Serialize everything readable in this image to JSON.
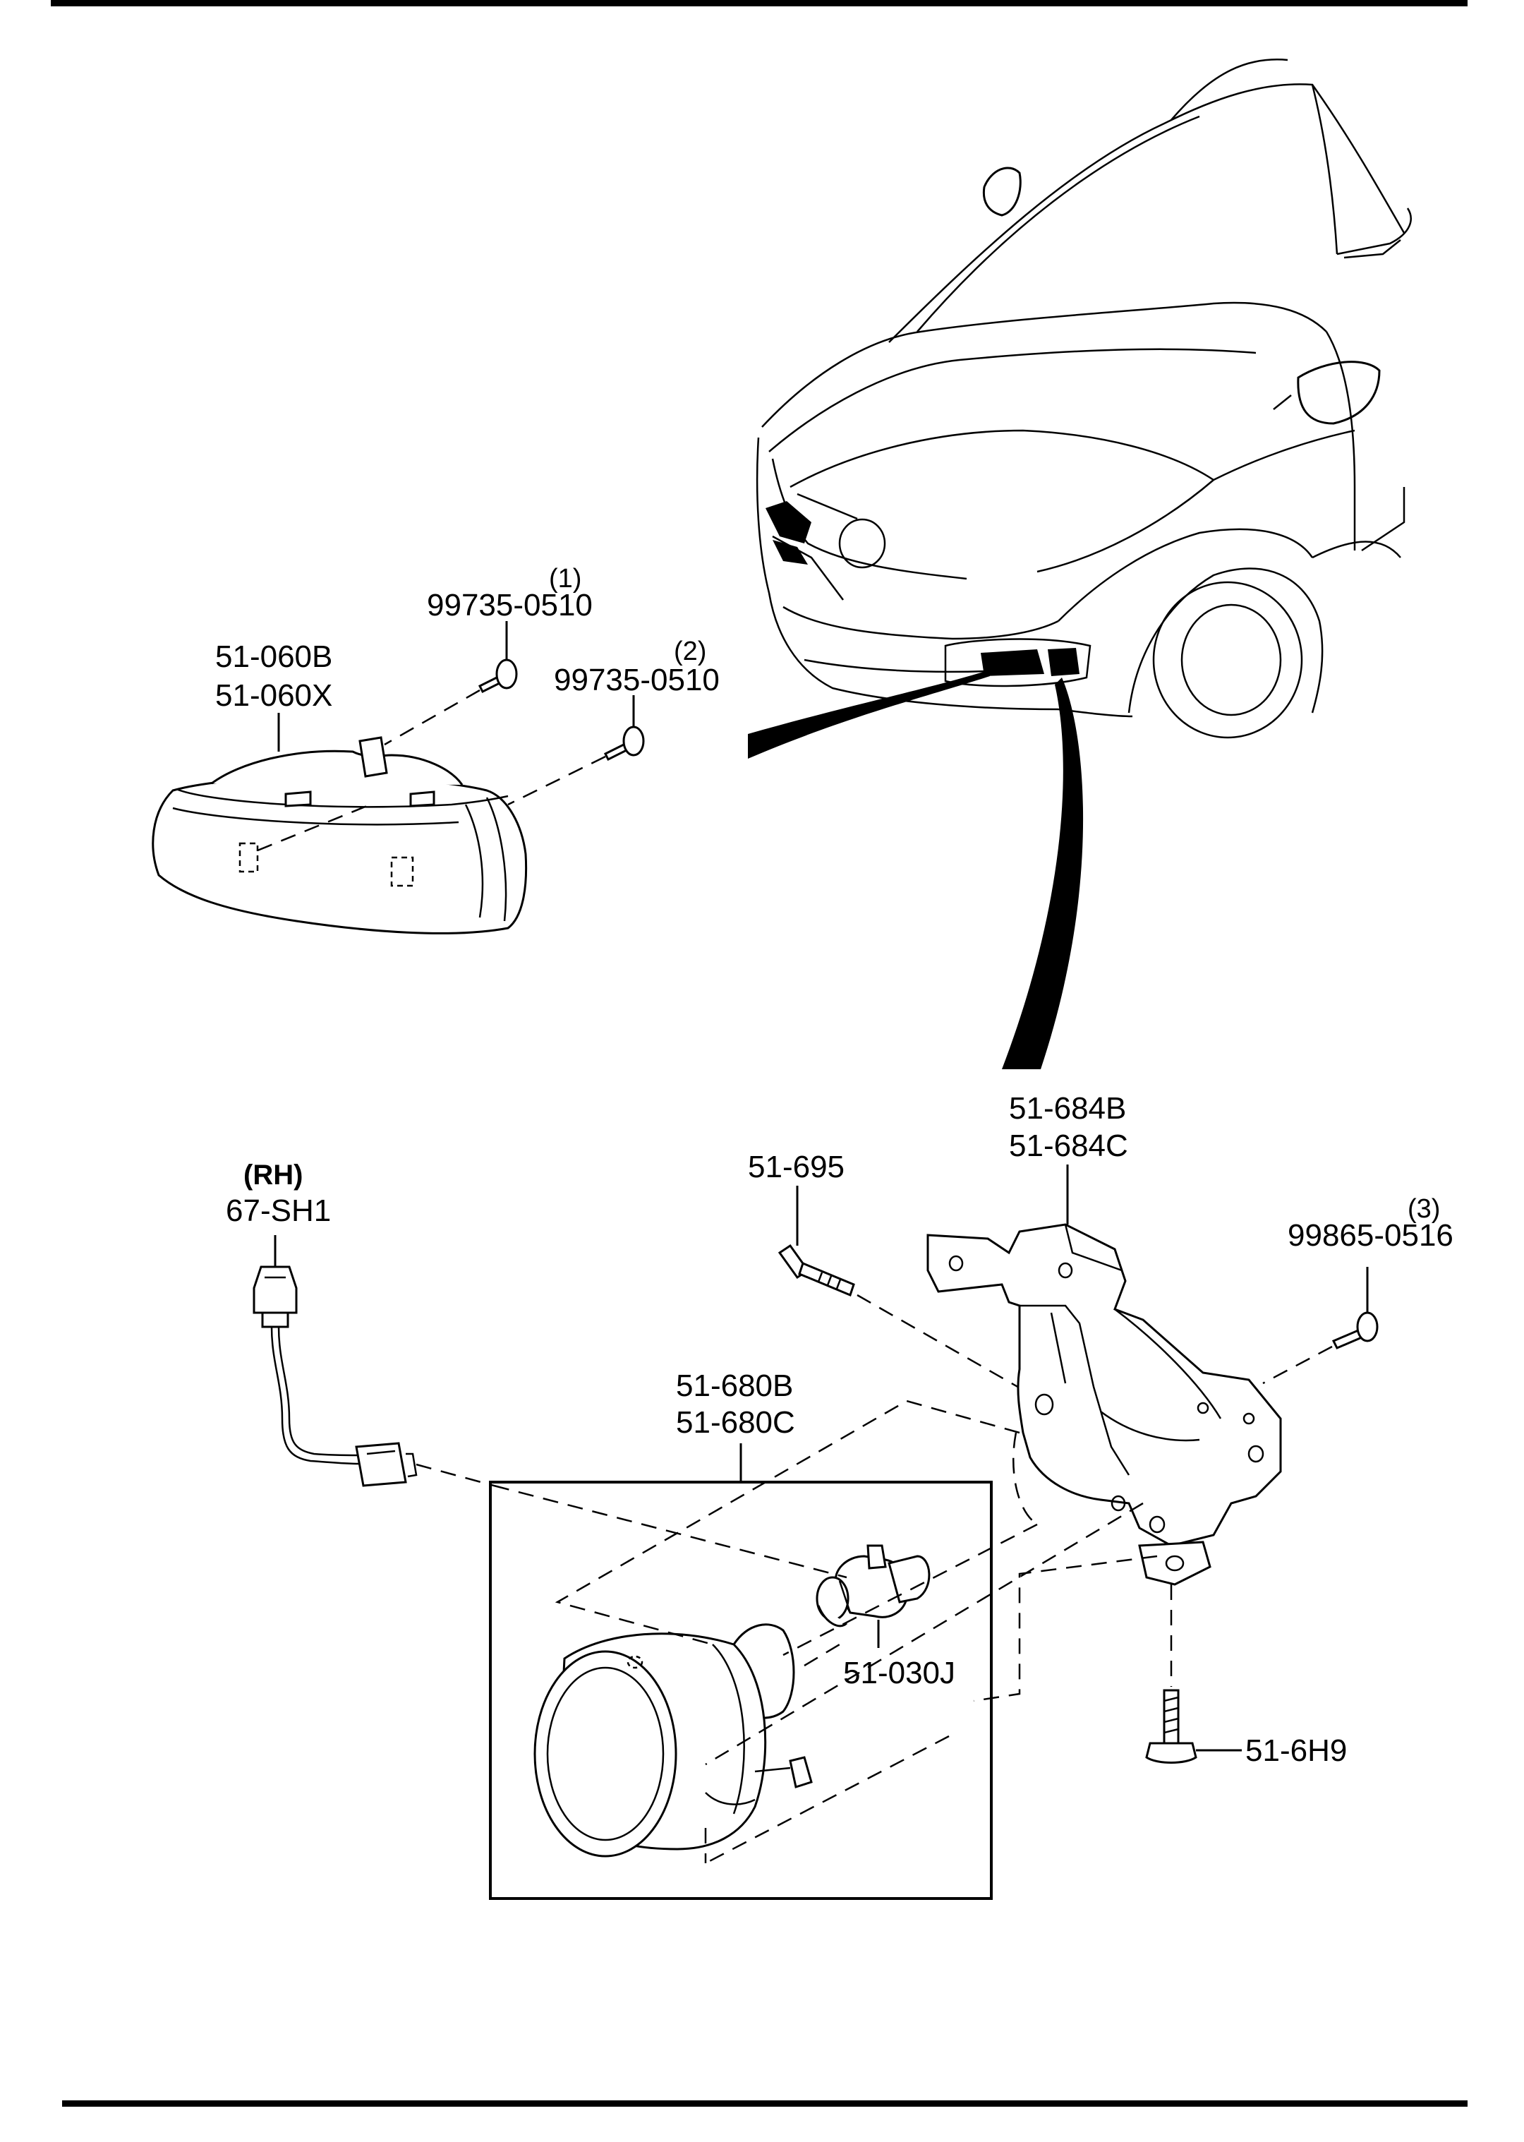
{
  "labels": {
    "fog_lamp_cover_a": "51-060B",
    "fog_lamp_cover_b": "51-060X",
    "screw_1_part": "99735-0510",
    "screw_1_index": "(1)",
    "screw_2_part": "99735-0510",
    "screw_2_index": "(2)",
    "harness_side": "(RH)",
    "harness_part": "67-SH1",
    "bolt_part": "51-695",
    "bracket_a": "51-684B",
    "bracket_b": "51-684C",
    "screw_3_part": "99865-0516",
    "screw_3_index": "(3)",
    "fog_lamp_a": "51-680B",
    "fog_lamp_b": "51-680C",
    "bulb_part": "51-030J",
    "bottom_bolt_part": "51-6H9"
  },
  "icons": {
    "vehicle": "vehicle-front-icon",
    "fog_lamp_cover": "fog-lamp-cover-icon",
    "screw": "screw-icon",
    "harness": "harness-connector-icon",
    "bracket": "bracket-icon",
    "fog_lamp": "fog-lamp-icon",
    "bulb": "bulb-icon",
    "bolt": "bolt-icon"
  },
  "colors": {
    "line": "#000000",
    "background": "#ffffff"
  }
}
